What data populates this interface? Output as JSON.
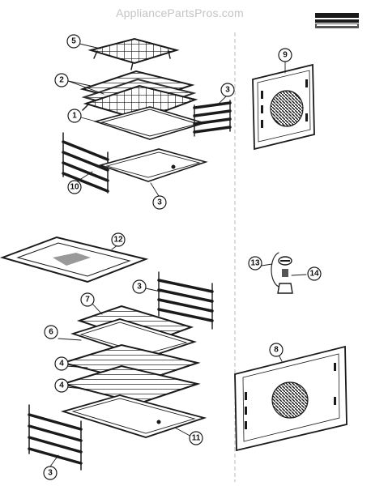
{
  "watermark": "AppliancePartsPros.com",
  "logo_icon": "manufacturer-logo-icon",
  "callouts": [
    "5",
    "2",
    "1",
    "3",
    "10",
    "3",
    "9",
    "12",
    "3",
    "7",
    "6",
    "4",
    "4",
    "11",
    "3",
    "13",
    "14",
    "8"
  ]
}
